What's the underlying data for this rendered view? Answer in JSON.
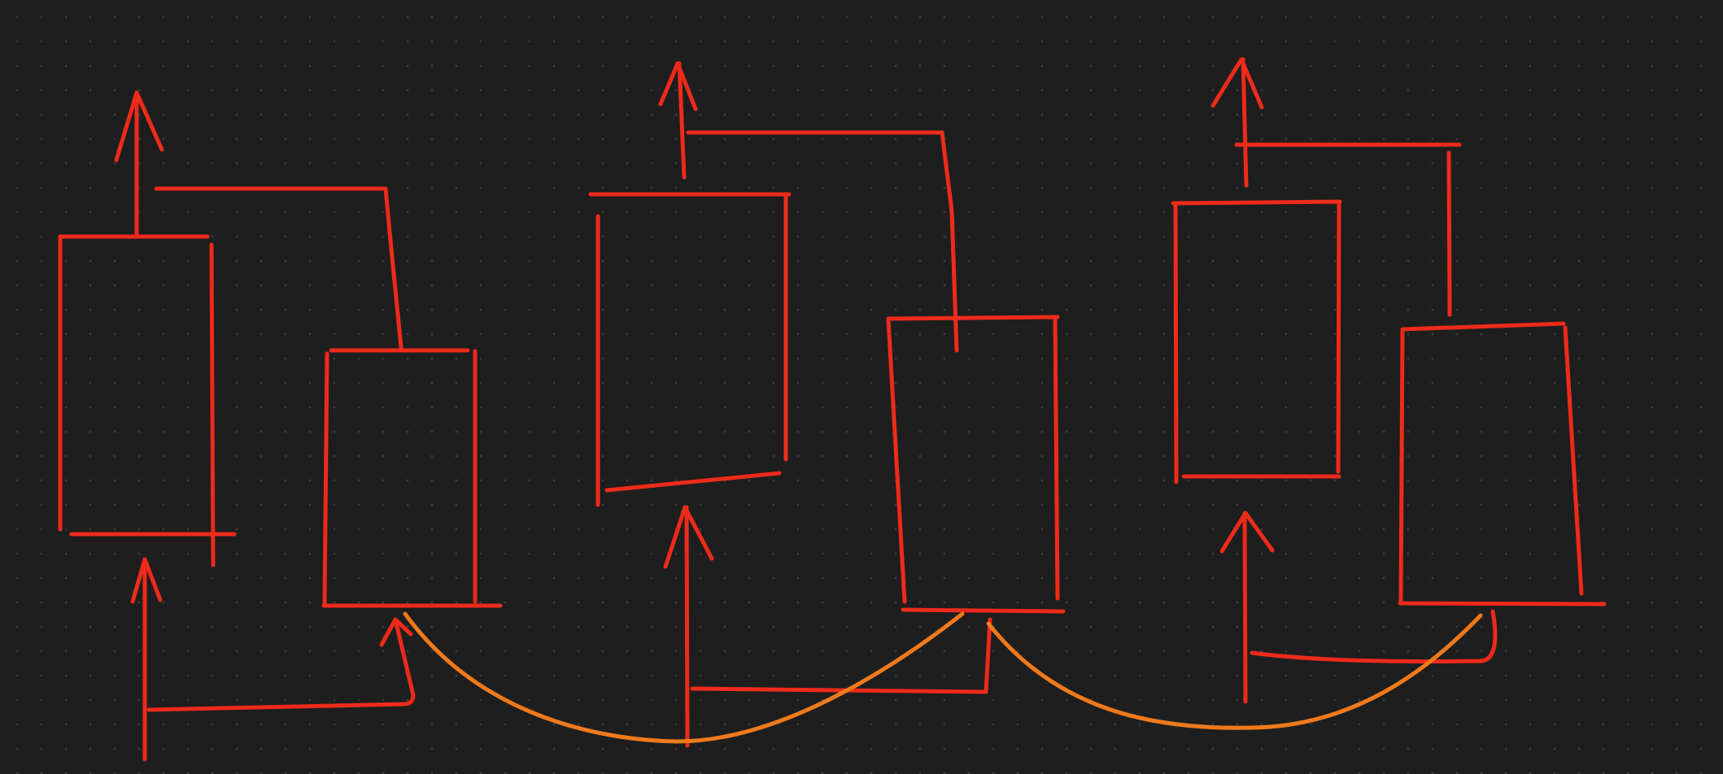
{
  "colors": {
    "background": "#1e1e1e",
    "grid_dot": "#3a3a3a",
    "stroke_red": "#ee2b1b",
    "stroke_orange": "#ef7a1c"
  },
  "diagram": {
    "blocks": [
      "block-1",
      "block-2",
      "block-3",
      "block-4",
      "block-5",
      "block-6"
    ],
    "text": []
  }
}
